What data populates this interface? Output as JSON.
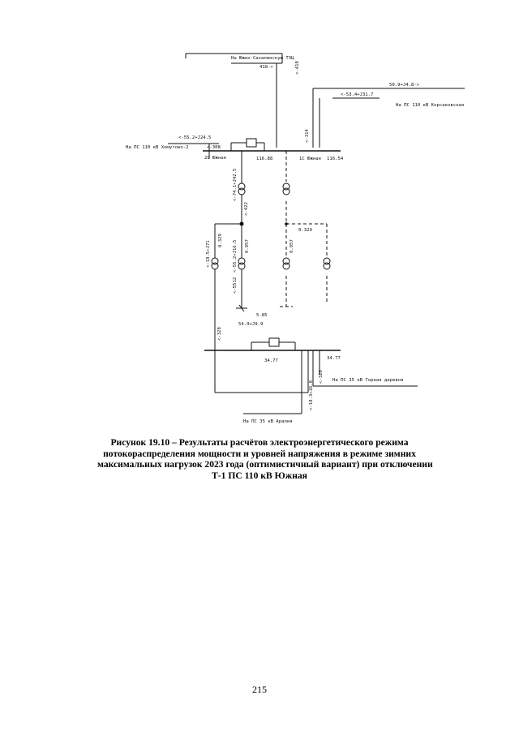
{
  "diagram": {
    "labels": {
      "line_tec": "На Южно-Сахалинскую ТЭЦ",
      "flow_tec_1": "418->",
      "flow_tec_2": "<-418",
      "flow_korsakov_top": "50.9+J4.8->",
      "flow_korsakov": "<-53.4+J31.7",
      "line_korsakov": "На ПС 110 кВ Корсаковская",
      "flow_khomutovo_pq": "<-55.2+J24.5",
      "flow_khomutovo_i": "<-308",
      "line_khomutovo": "На ПС 110 кВ Хомутово-2",
      "flow_bus1_feed": "<-314",
      "bus_2c": "2С Южная",
      "bus_2c_voltage": "116.88",
      "bus_1c": "1С Южная",
      "bus_1c_voltage": "116.54",
      "t2_hv_pq": "<-74.1+J42.5",
      "t2_hv_i": "<-422",
      "t2_lv_pq": "<-55.2+J16.5",
      "t2_lv_ratio": "0.057",
      "t2_lv_i": "<-5512",
      "load_10kv_voltage": "5.85",
      "load_10kv_pq": "54.9+J9.9",
      "t2_mv_pq": "<-18.5+J71",
      "t2_mv_ratio": "0.329",
      "t1_mv_ratio": "0.329",
      "t1_lv_ratio": "0.057",
      "mv_feed_i": "<-328",
      "bus35_left_voltage": "34.77",
      "bus35_right_voltage": "34.77",
      "line_gornaya_i": "<-320",
      "line_gornaya": "На ПС 35 кВ Горная деревня",
      "line_aralia_pq": "<-18.3+J6.8",
      "line_aralia": "На ПС 35 кВ Аралия"
    }
  },
  "caption": {
    "line1": "Рисунок 19.10 – Результаты расчётов электроэнергетического режима",
    "line2": "потокораспределения мощности и уровней напряжения в режиме зимних",
    "line3": "максимальных нагрузок 2023 года (оптимистичный вариант) при отключении",
    "line4": "Т-1 ПС 110 кВ Южная"
  },
  "page_number": "215"
}
